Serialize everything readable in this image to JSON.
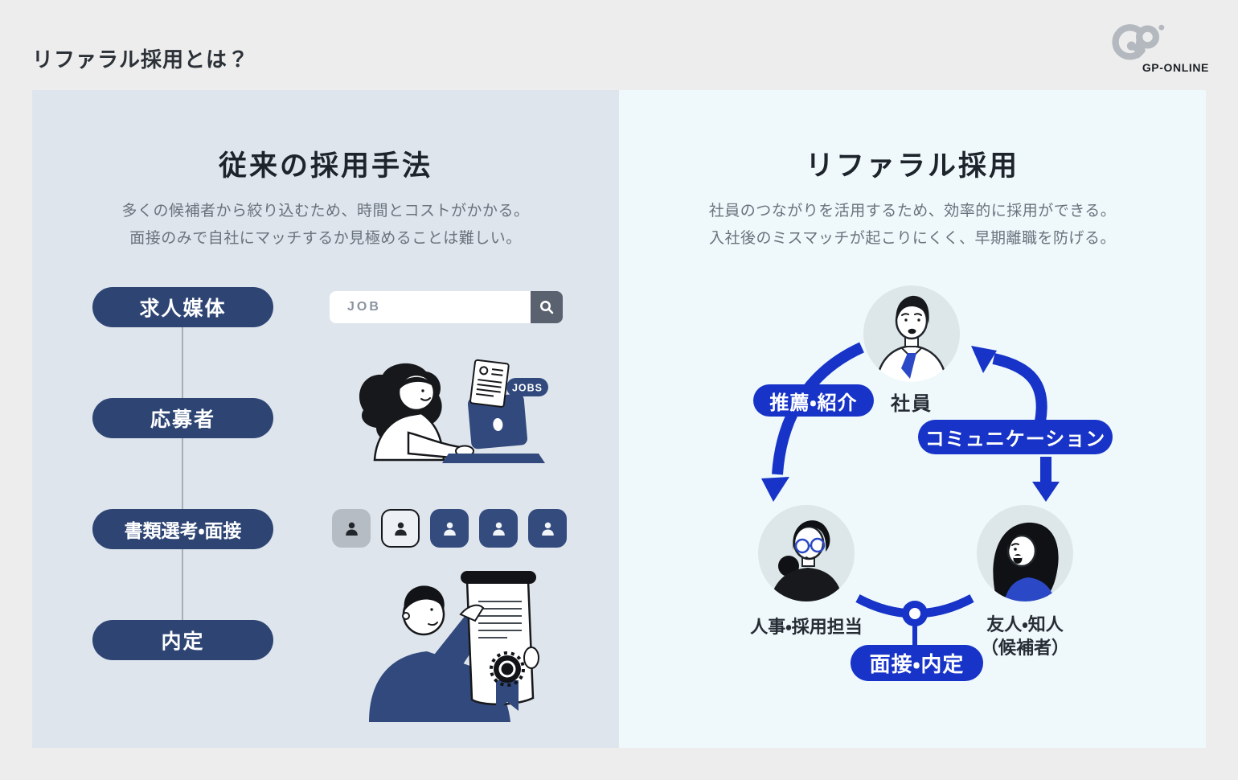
{
  "header": {
    "title": "リファラル採用とは？",
    "brand": "GP-ONLINE"
  },
  "left_panel": {
    "heading": "従来の採用手法",
    "description": [
      "多くの候補者から絞り込むため、時間とコストがかかる。",
      "面接のみで自社にマッチするか見極めることは難しい。"
    ],
    "steps": [
      {
        "label": "求人媒体"
      },
      {
        "label": "応募者"
      },
      {
        "label": "書類選考・面接"
      },
      {
        "label": "内定"
      }
    ],
    "search": {
      "value": "JOB"
    },
    "jobs_bubble_label": "JOBS"
  },
  "right_panel": {
    "heading": "リファラル採用",
    "description": [
      "社員のつながりを活用するため、効率的に採用ができる。",
      "入社後のミスマッチが起こりにくく、早期離職を防げる。"
    ],
    "nodes": {
      "employee_label": "社員",
      "hr_label": "人事・採用担当",
      "candidate_label_line1": "友人・知人",
      "candidate_label_line2": "（候補者）"
    },
    "relations": {
      "referral_label": "推薦・紹介",
      "communication_label": "コミュニケーション",
      "interview_label": "面接・内定"
    }
  },
  "colors": {
    "navy": "#2e4574",
    "accent_blue": "#1733c8",
    "left_panel_bg": "#dee5ed",
    "right_panel_bg": "#eff9fc",
    "page_bg": "#ededed"
  }
}
